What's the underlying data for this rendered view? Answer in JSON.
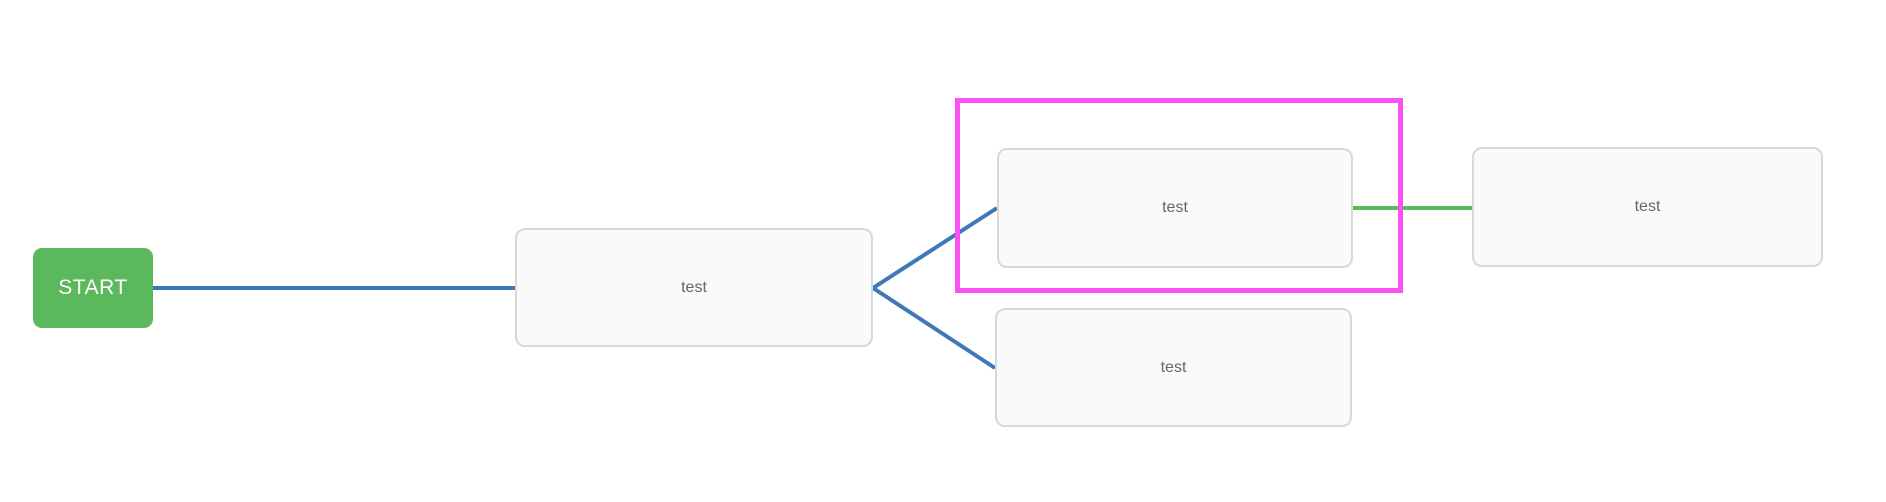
{
  "diagram": {
    "type": "workflow-flowchart",
    "background": "#ffffff",
    "colors": {
      "start_fill": "#5cb85c",
      "start_text": "#ffffff",
      "node_fill": "#fafafa",
      "node_border": "#d8d8d8",
      "node_text": "#666666",
      "edge_blue": "#3e79b4",
      "edge_green": "#5cb85c",
      "highlight": "#fb50f2"
    },
    "nodes": [
      {
        "id": "start",
        "label": "START",
        "type": "start"
      },
      {
        "id": "n1",
        "label": "test",
        "type": "task"
      },
      {
        "id": "n2",
        "label": "test",
        "type": "task",
        "highlighted": true
      },
      {
        "id": "n3",
        "label": "test",
        "type": "task"
      },
      {
        "id": "n4",
        "label": "test",
        "type": "task"
      }
    ],
    "edges": [
      {
        "from": "start",
        "to": "n1",
        "color_name": "blue"
      },
      {
        "from": "n1",
        "to": "n2",
        "color_name": "blue"
      },
      {
        "from": "n1",
        "to": "n3",
        "color_name": "blue"
      },
      {
        "from": "n2",
        "to": "n4",
        "color_name": "green"
      }
    ],
    "selection": {
      "highlighted_node": "n2"
    }
  }
}
